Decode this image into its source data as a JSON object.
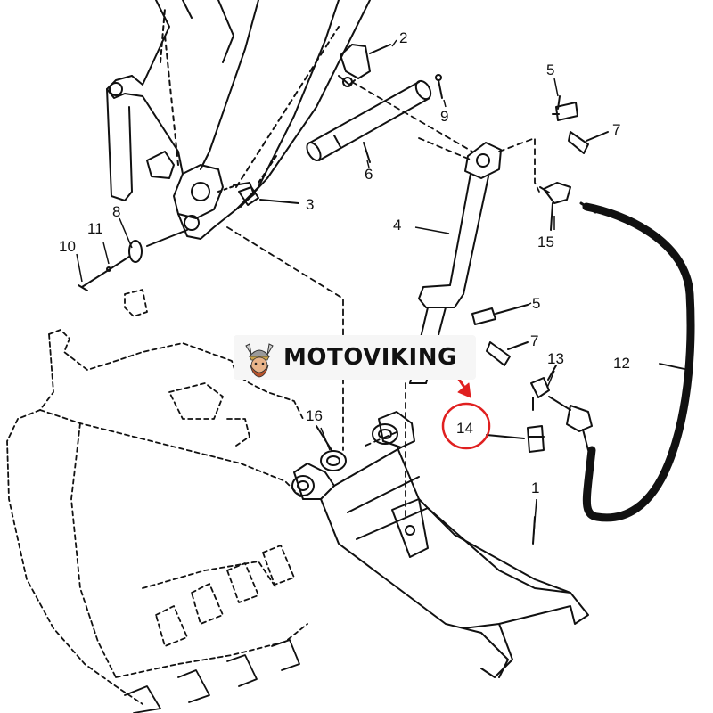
{
  "brand": {
    "name": "MOTOVIKING",
    "logo_icon": "viking-helmet-icon"
  },
  "highlight": {
    "part": "14",
    "color": "#e02020"
  },
  "callouts": [
    {
      "id": "c1",
      "label": "1"
    },
    {
      "id": "c2",
      "label": "2"
    },
    {
      "id": "c3",
      "label": "3"
    },
    {
      "id": "c4",
      "label": "4"
    },
    {
      "id": "c5a",
      "label": "5"
    },
    {
      "id": "c5b",
      "label": "5"
    },
    {
      "id": "c6",
      "label": "6"
    },
    {
      "id": "c7a",
      "label": "7"
    },
    {
      "id": "c7b",
      "label": "7"
    },
    {
      "id": "c8",
      "label": "8"
    },
    {
      "id": "c9",
      "label": "9"
    },
    {
      "id": "c10",
      "label": "10"
    },
    {
      "id": "c11",
      "label": "11"
    },
    {
      "id": "c12",
      "label": "12"
    },
    {
      "id": "c13",
      "label": "13"
    },
    {
      "id": "c14",
      "label": "14"
    },
    {
      "id": "c15",
      "label": "15"
    },
    {
      "id": "c16",
      "label": "16"
    }
  ]
}
